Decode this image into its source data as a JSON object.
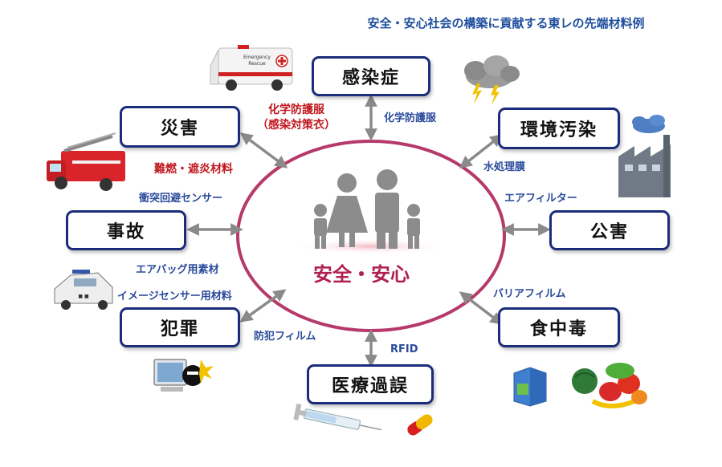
{
  "header": {
    "title": "安全・安心社会の構築に貢献する東レの先端材料例"
  },
  "center": {
    "label": "安全・安心"
  },
  "nodes": {
    "infection": "感染症",
    "disaster": "災害",
    "pollution": "環境汚染",
    "accident": "事故",
    "public_nuisance": "公害",
    "crime": "犯罪",
    "food_poisoning": "食中毒",
    "medical_error": "医療過誤"
  },
  "materials": {
    "protective_suit_red_1": "化学防護服",
    "protective_suit_red_2": "（感染対策衣）",
    "protective_suit_blue": "化学防護服",
    "flame_retardant": "難燃・遮炎材料",
    "water_membrane": "水処理膜",
    "collision_sensor": "衝突回避センサー",
    "air_filter": "エアフィルター",
    "airbag": "エアバッグ用素材",
    "image_sensor": "イメージセンサー用材料",
    "barrier_film": "バリアフィルム",
    "security_film": "防犯フィルム",
    "rfid": "RFID"
  },
  "icons": {
    "ambulance_text_1": "Emergency",
    "ambulance_text_2": "Rescue"
  },
  "colors": {
    "box_border": "#1b2d7a",
    "center_ring": "#b5396a",
    "arrow": "#8a8a8a",
    "label_blue": "#2a4b9b",
    "label_red": "#c0161d",
    "center_text": "#b01f4e"
  }
}
